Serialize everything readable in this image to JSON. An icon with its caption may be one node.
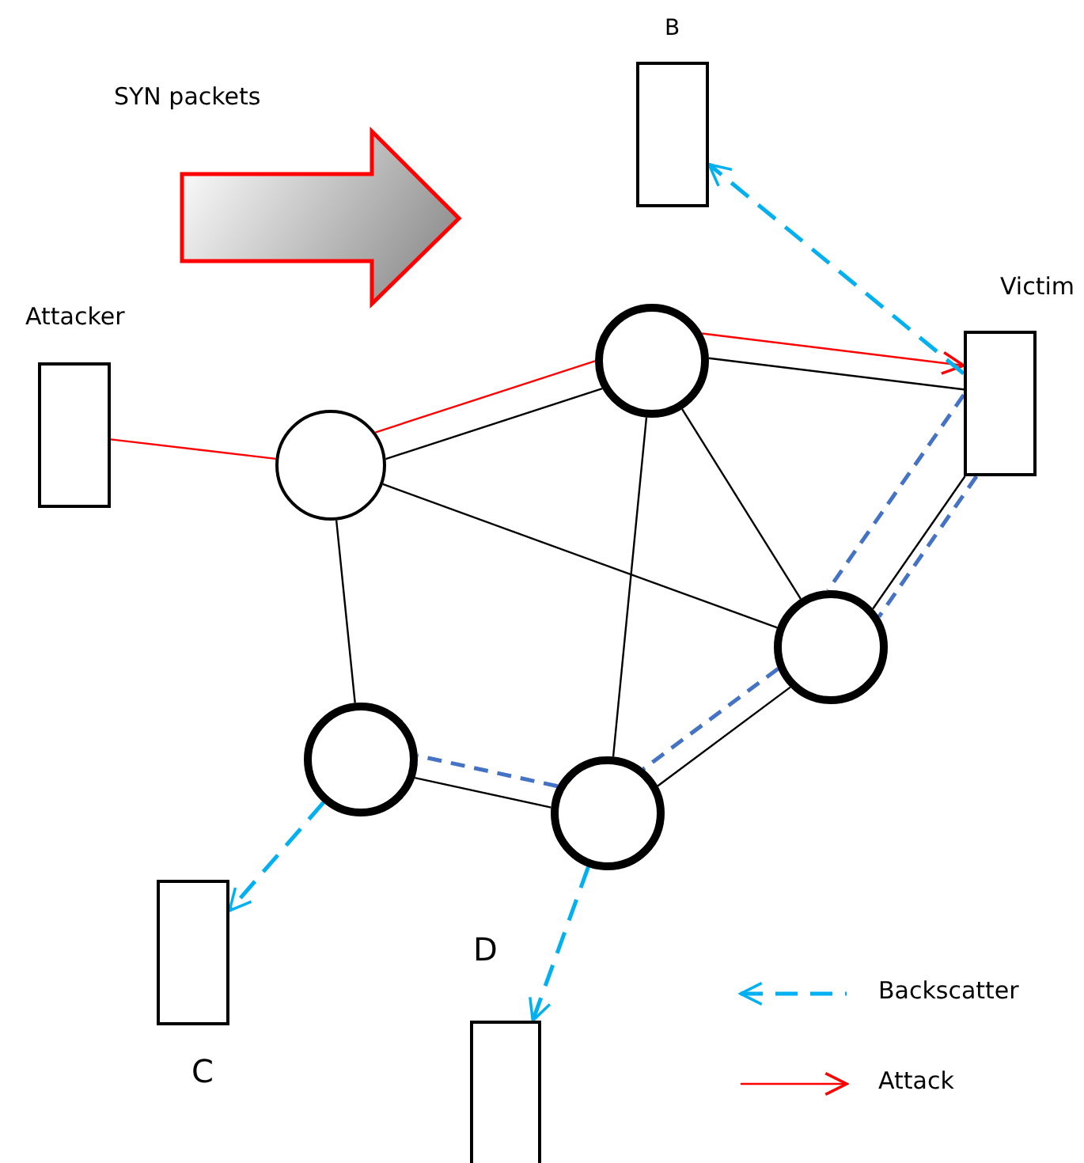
{
  "diagram": {
    "nodes": [
      {
        "text": [
          "Attacker"
        ]
      },
      {
        "text": [
          "B"
        ]
      },
      {
        "text": [
          "Victim"
        ]
      },
      {
        "text": [
          "C"
        ]
      },
      {
        "text": [
          "D"
        ]
      },
      {
        "text": [],
        "shape": "circle"
      },
      {
        "text": [],
        "shape": "circle"
      },
      {
        "text": [],
        "shape": "circle"
      },
      {
        "text": [],
        "shape": "circle"
      },
      {
        "text": [],
        "shape": "circle"
      }
    ],
    "edges": [
      {
        "from": 0,
        "to": 5,
        "arrow": "none",
        "color": "#ff0000"
      },
      {
        "from": 5,
        "to": 6,
        "arrow": "none",
        "color": "#ff0000"
      },
      {
        "from": 6,
        "to": 2,
        "arrow": "to",
        "color": "#ff0000"
      },
      {
        "from": 5,
        "to": 6,
        "arrow": "none"
      },
      {
        "from": 6,
        "to": 2,
        "arrow": "none"
      },
      {
        "from": 5,
        "to": 7,
        "arrow": "none"
      },
      {
        "from": 5,
        "to": 8,
        "arrow": "none"
      },
      {
        "from": 6,
        "to": 7,
        "arrow": "none"
      },
      {
        "from": 6,
        "to": 9,
        "arrow": "none"
      },
      {
        "from": 8,
        "to": 9,
        "arrow": "none"
      },
      {
        "from": 9,
        "to": 7,
        "arrow": "none"
      },
      {
        "from": 7,
        "to": 2,
        "arrow": "none"
      },
      {
        "from": 2,
        "to": 7,
        "arrow": "none",
        "style": "dashed",
        "color": "#4472c4"
      },
      {
        "from": 2,
        "to": 7,
        "arrow": "none",
        "style": "dashed",
        "color": "#4472c4"
      },
      {
        "from": 7,
        "to": 9,
        "arrow": "none",
        "style": "dashed",
        "color": "#4472c4"
      },
      {
        "from": 9,
        "to": 8,
        "arrow": "none",
        "style": "dashed",
        "color": "#4472c4"
      },
      {
        "from": 2,
        "to": 1,
        "arrow": "to",
        "style": "dashed",
        "color": "#00b0f0"
      },
      {
        "from": 8,
        "to": 3,
        "arrow": "to",
        "style": "dashed",
        "color": "#00b0f0"
      },
      {
        "from": 9,
        "to": 4,
        "arrow": "to",
        "style": "dashed",
        "color": "#00b0f0"
      }
    ],
    "labels": [
      "SYN packets"
    ],
    "legend": [
      {
        "text": "Backscatter"
      },
      {
        "text": "Attack"
      }
    ]
  }
}
